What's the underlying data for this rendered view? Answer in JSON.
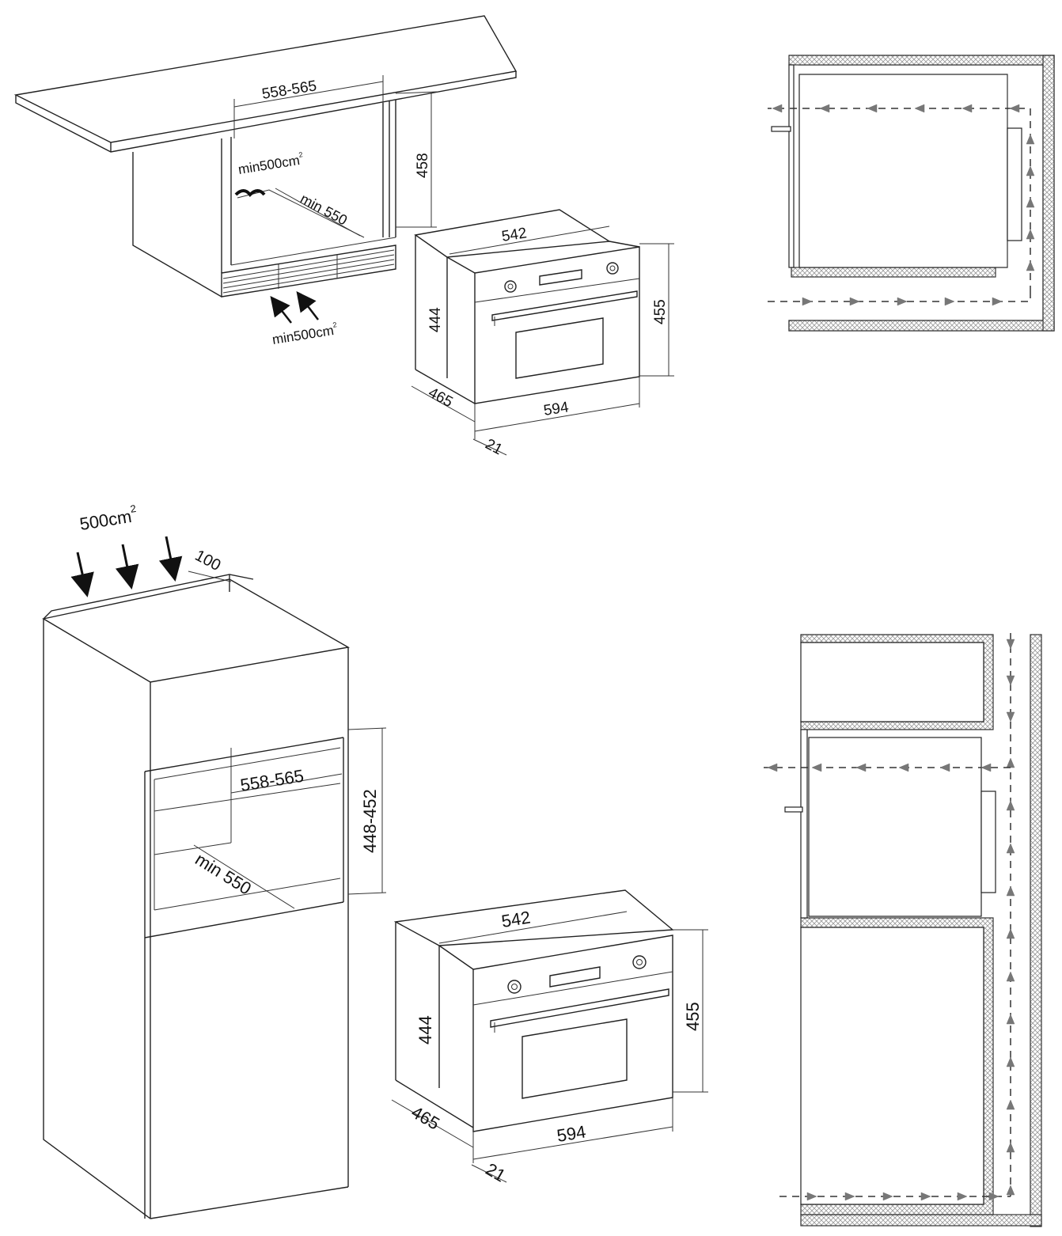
{
  "colors": {
    "line": "#222222",
    "hatch": "#999999",
    "flow_arrow": "#777777",
    "background": "#ffffff"
  },
  "figures": {
    "under_counter_install": {
      "opening_width": "558-565",
      "opening_height": "458",
      "top_vent": "min500cm",
      "bottom_vent": "min500cm",
      "superscript": "2",
      "min_depth": "min 550"
    },
    "oven_top": {
      "width_body": "542",
      "height_body": "444",
      "height_front": "455",
      "depth": "465",
      "width_front": "594",
      "front_thickness": "21"
    },
    "column_install": {
      "top_vent": "500cm",
      "superscript": "2",
      "rear_gap": "100",
      "opening_width": "558-565",
      "opening_height": "448-452",
      "min_depth": "min 550"
    },
    "oven_bottom": {
      "width_body": "542",
      "height_body": "444",
      "height_front": "455",
      "depth": "465",
      "width_front": "594",
      "front_thickness": "21"
    },
    "airflow_under_counter": {
      "icon": "airflow-section-under-counter"
    },
    "airflow_column": {
      "icon": "airflow-section-column"
    }
  }
}
